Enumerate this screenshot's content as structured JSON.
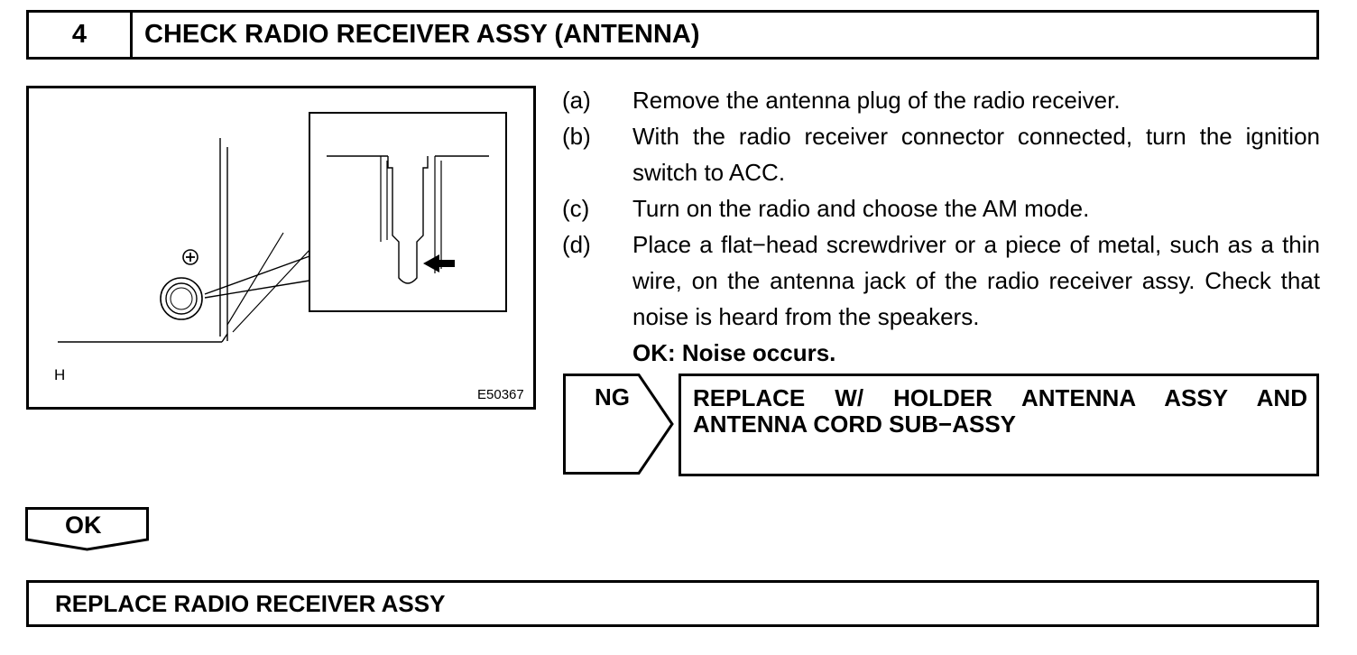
{
  "header": {
    "step_number": "4",
    "title": "CHECK RADIO RECEIVER ASSY (ANTENNA)"
  },
  "figure": {
    "corner_label": "H",
    "figure_code": "E50367",
    "plus_symbol": "+"
  },
  "steps": [
    {
      "label": "(a)",
      "text": "Remove the antenna plug of the radio receiver."
    },
    {
      "label": "(b)",
      "text": "With the radio receiver connector connected, turn the ignition switch to ACC."
    },
    {
      "label": "(c)",
      "text": "Turn on the radio and choose the AM mode."
    },
    {
      "label": "(d)",
      "text": "Place a flat−head screwdriver or a piece of metal, such as a thin wire, on the antenna jack of the radio receiver assy. Check that noise is heard from the speakers."
    }
  ],
  "result": "OK: Noise occurs.",
  "ng_branch": {
    "tag": "NG",
    "action_line1": "REPLACE W/ HOLDER ANTENNA ASSY AND",
    "action_line2": "ANTENNA CORD SUB−ASSY"
  },
  "ok_branch": {
    "tag": "OK",
    "action": "REPLACE RADIO RECEIVER ASSY"
  }
}
